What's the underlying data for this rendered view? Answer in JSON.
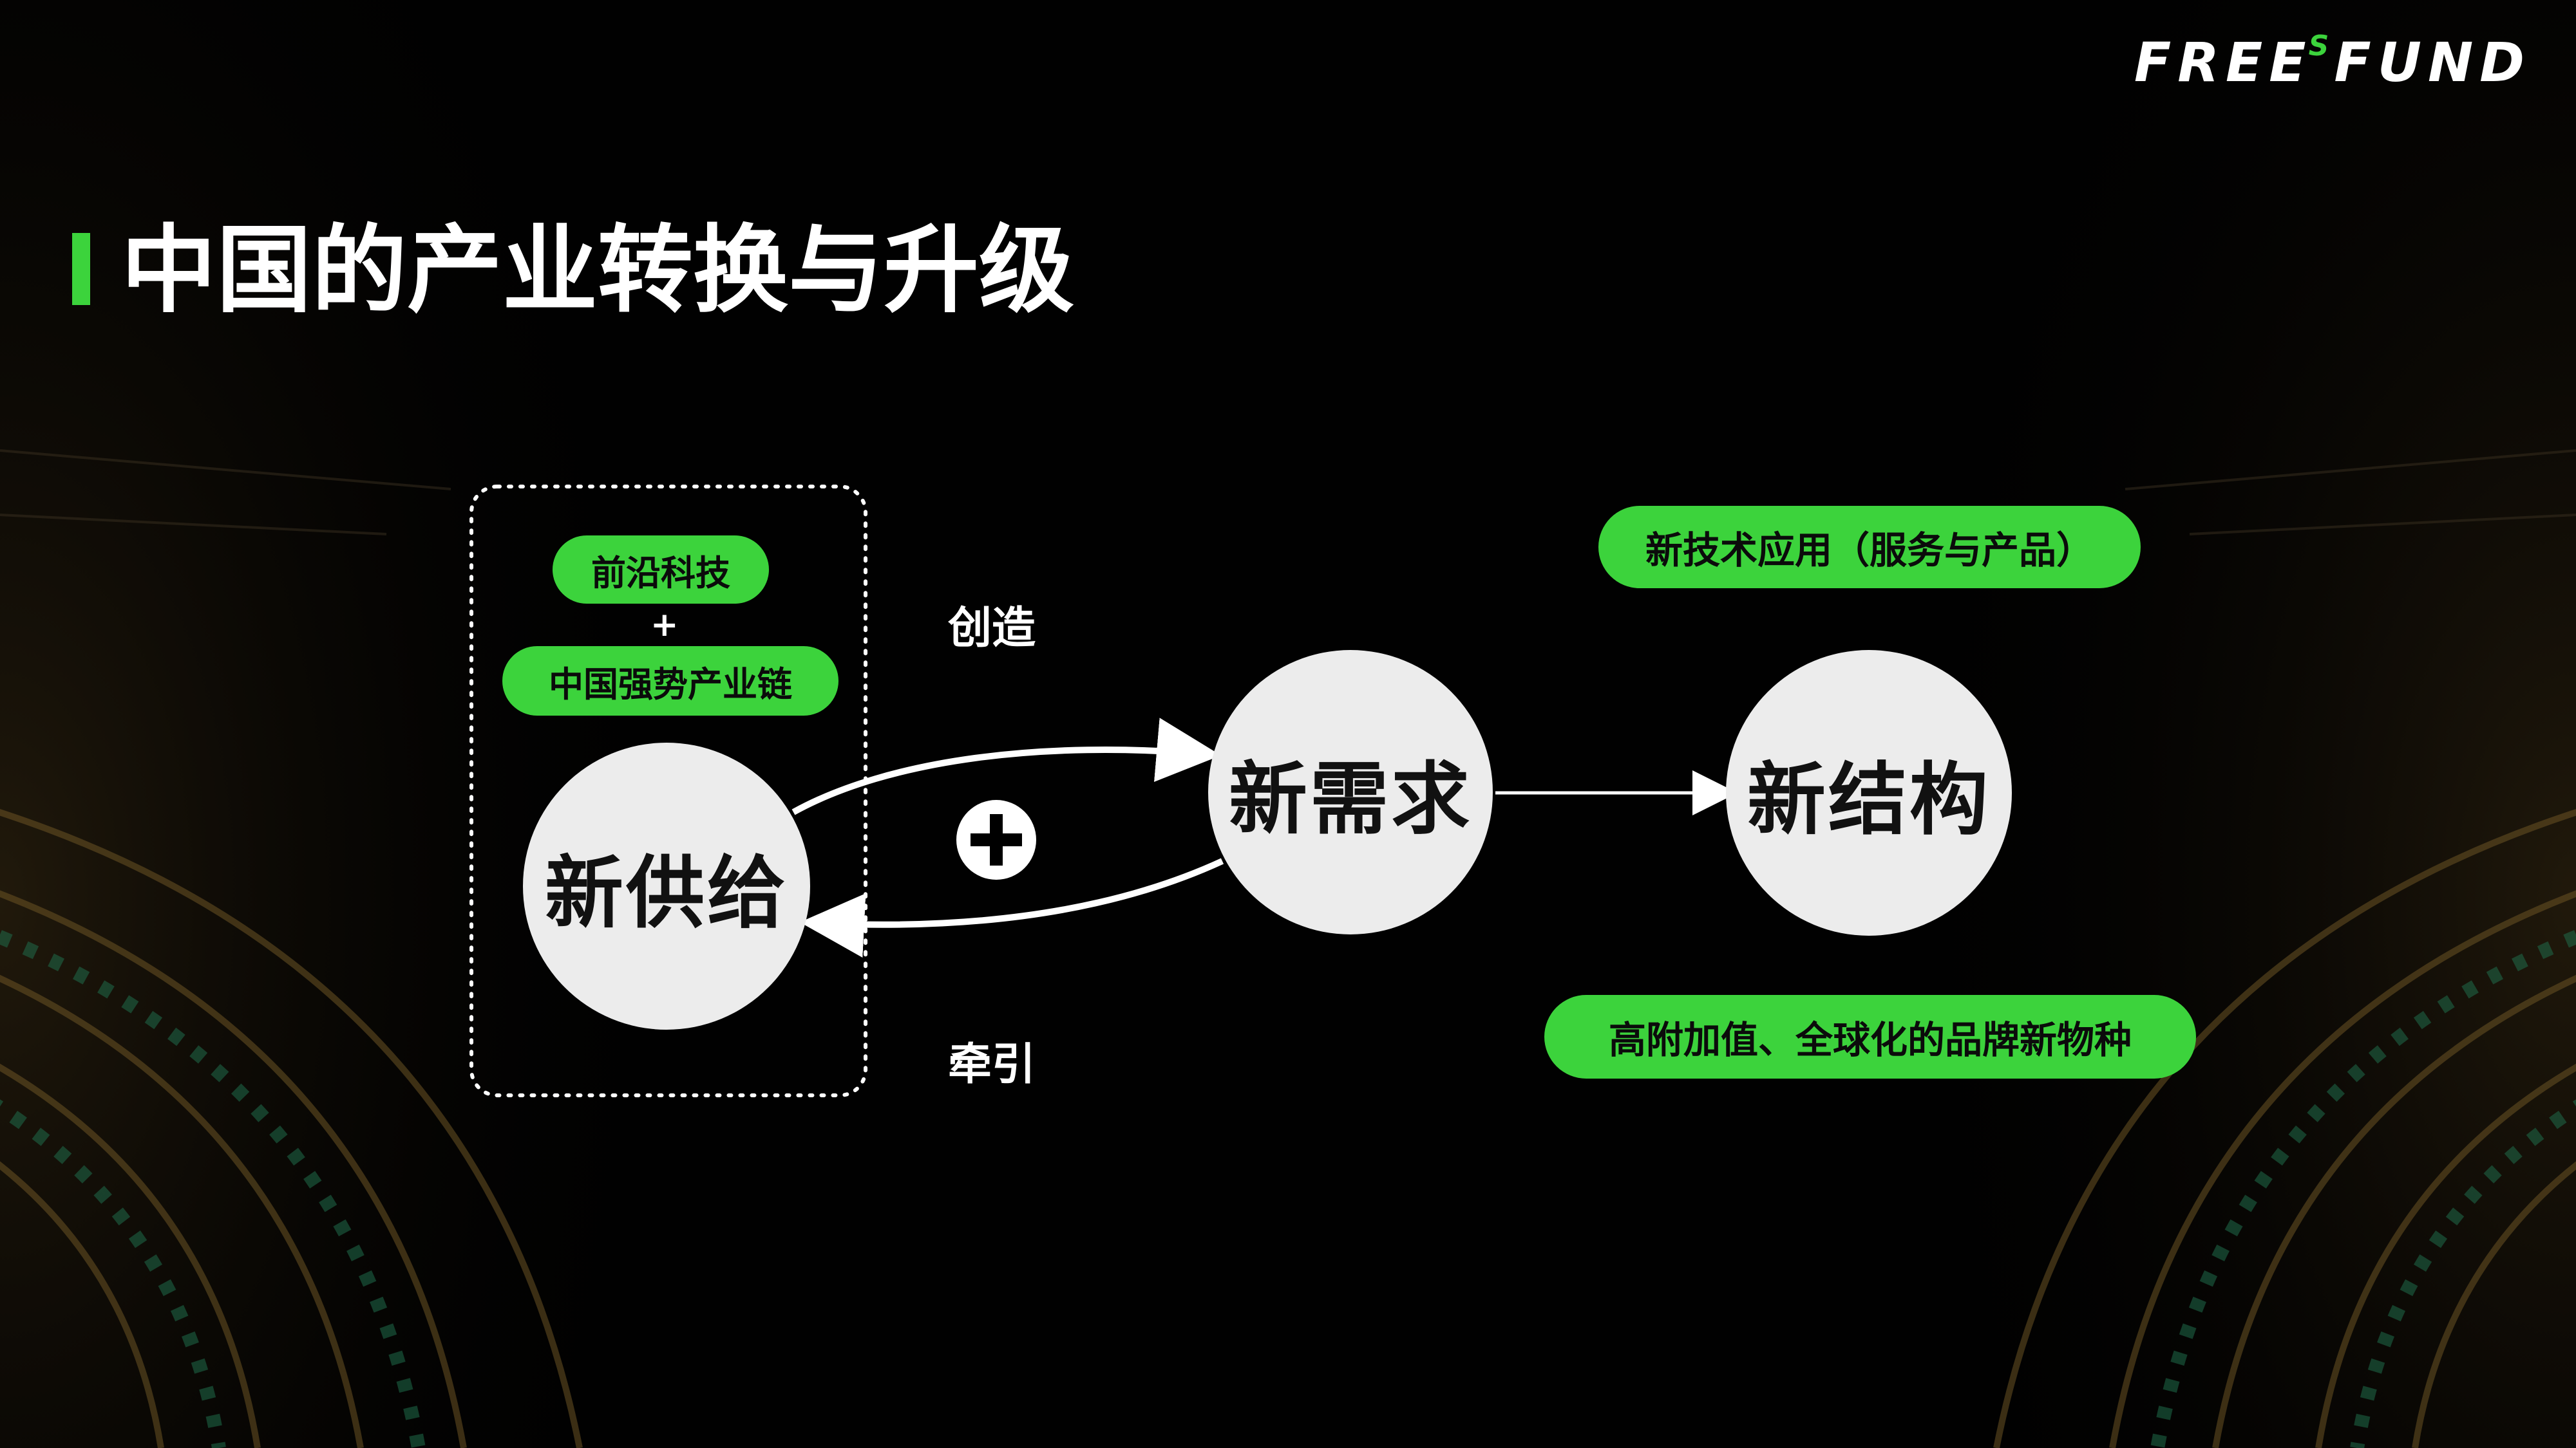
{
  "logo": {
    "part1": "FREE",
    "sup": "S",
    "part2": "FUND"
  },
  "title": "中国的产业转换与升级",
  "supply_box": {
    "pill_top": "前沿科技",
    "plus": "+",
    "pill_bottom": "中国强势产业链"
  },
  "nodes": {
    "supply": "新供给",
    "demand": "新需求",
    "structure": "新结构"
  },
  "edge_labels": {
    "create": "创造",
    "pull": "牵引"
  },
  "tags": {
    "top": "新技术应用（服务与产品）",
    "bottom": "高附加值、全球化的品牌新物种"
  },
  "colors": {
    "accent": "#3cd33c",
    "circle": "#ececec",
    "background": "#010101"
  },
  "icons": {
    "center_plus": "plus-circle-icon"
  }
}
